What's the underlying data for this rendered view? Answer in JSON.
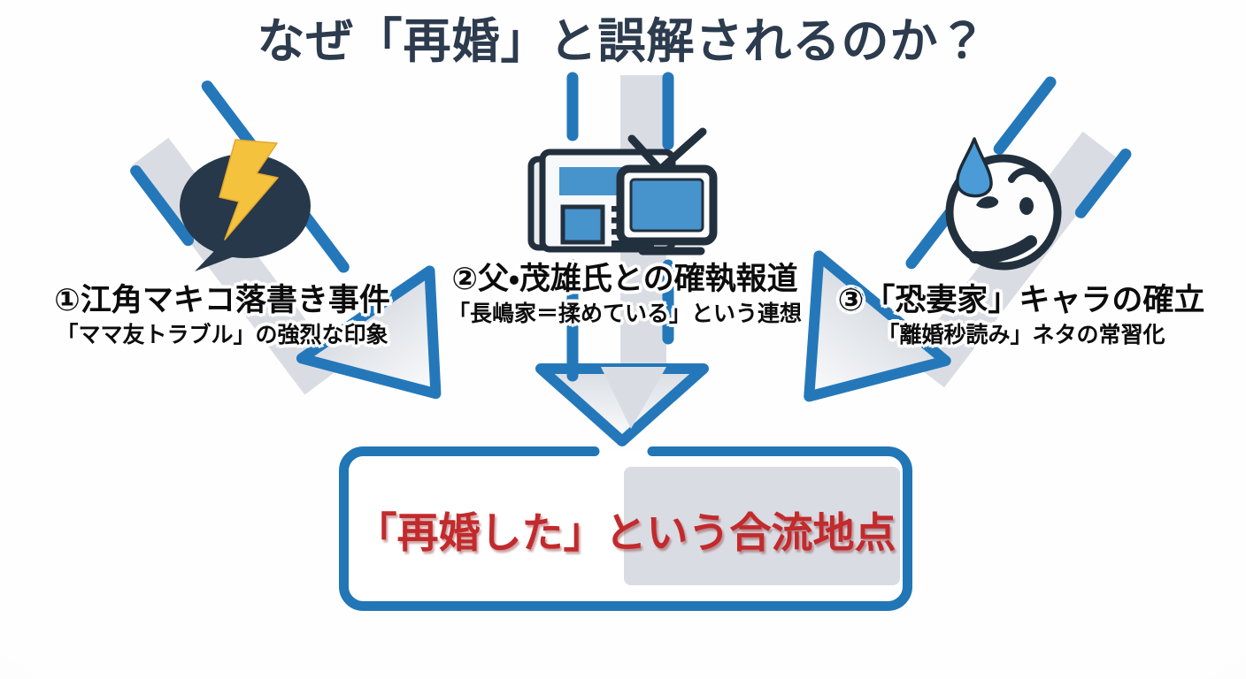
{
  "title": "なぜ「再婚」と誤解されるのか？",
  "causes": [
    {
      "heading": "①江角マキコ落書き事件",
      "subtitle": "「ママ友トラブル」の強烈な印象",
      "icon": "speech-bubble-lightning"
    },
    {
      "heading": "②父・茂雄氏との確執報道",
      "subtitle": "「長嶋家＝揉めている」という連想",
      "icon": "newspaper-tv"
    },
    {
      "heading": "③「恐妻家」キャラの確立",
      "subtitle": "「離婚秒読み」ネタの常習化",
      "icon": "worried-face-sweat"
    }
  ],
  "conclusion": {
    "label": "「再婚した」という合流地点"
  },
  "colors": {
    "accent_blue": "#2478ba",
    "box_border_blue": "#2176b5",
    "arrow_gray": "#d9dde3",
    "title_navy": "#2c3b4d",
    "icon_navy": "#22303e",
    "bolt_yellow": "#f5c23e",
    "media_blue": "#4793cc",
    "conclusion_red": "#c22a2c"
  }
}
